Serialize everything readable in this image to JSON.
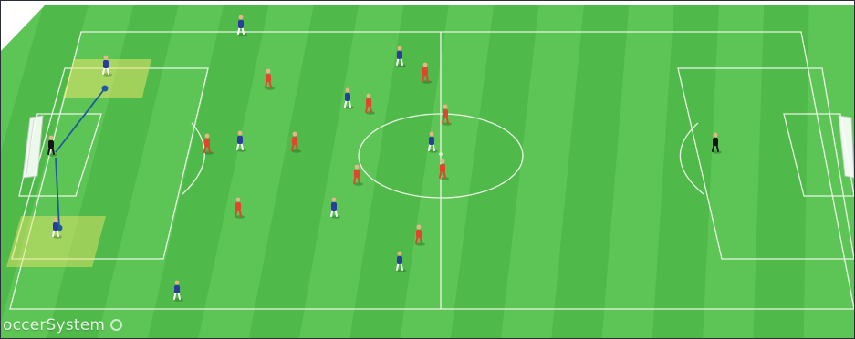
{
  "app": {
    "watermark": "occerSystem",
    "watermark_icon": "soccer-ball-icon"
  },
  "colors": {
    "grass_light": "#5dc456",
    "grass_dark": "#4fb94a",
    "lines": "#e9f5e4",
    "home_team": "#2a3d9c",
    "away_team": "#e2452b",
    "goalkeeper": "#151515",
    "highlight_zone": "#e6e56a",
    "pass_arrow": "#1f5a9c"
  },
  "teams": [
    {
      "id": "home",
      "kit": "blue"
    },
    {
      "id": "away",
      "kit": "red"
    }
  ],
  "players": [
    {
      "team": "home",
      "role": "goalkeeper"
    },
    {
      "team": "home",
      "role": "field"
    },
    {
      "team": "home",
      "role": "field"
    },
    {
      "team": "home",
      "role": "field"
    },
    {
      "team": "home",
      "role": "field"
    },
    {
      "team": "home",
      "role": "field"
    },
    {
      "team": "home",
      "role": "field"
    },
    {
      "team": "home",
      "role": "field"
    },
    {
      "team": "home",
      "role": "field"
    },
    {
      "team": "home",
      "role": "field"
    },
    {
      "team": "home",
      "role": "field"
    },
    {
      "team": "away",
      "role": "goalkeeper"
    },
    {
      "team": "away",
      "role": "field"
    },
    {
      "team": "away",
      "role": "field"
    },
    {
      "team": "away",
      "role": "field"
    },
    {
      "team": "away",
      "role": "field"
    },
    {
      "team": "away",
      "role": "field"
    },
    {
      "team": "away",
      "role": "field"
    },
    {
      "team": "away",
      "role": "field"
    },
    {
      "team": "away",
      "role": "field"
    },
    {
      "team": "away",
      "role": "field"
    },
    {
      "team": "away",
      "role": "field"
    }
  ],
  "passes": [
    {
      "from_role": "goalkeeper",
      "to_role": "field"
    },
    {
      "from_role": "goalkeeper",
      "to_role": "field"
    }
  ]
}
